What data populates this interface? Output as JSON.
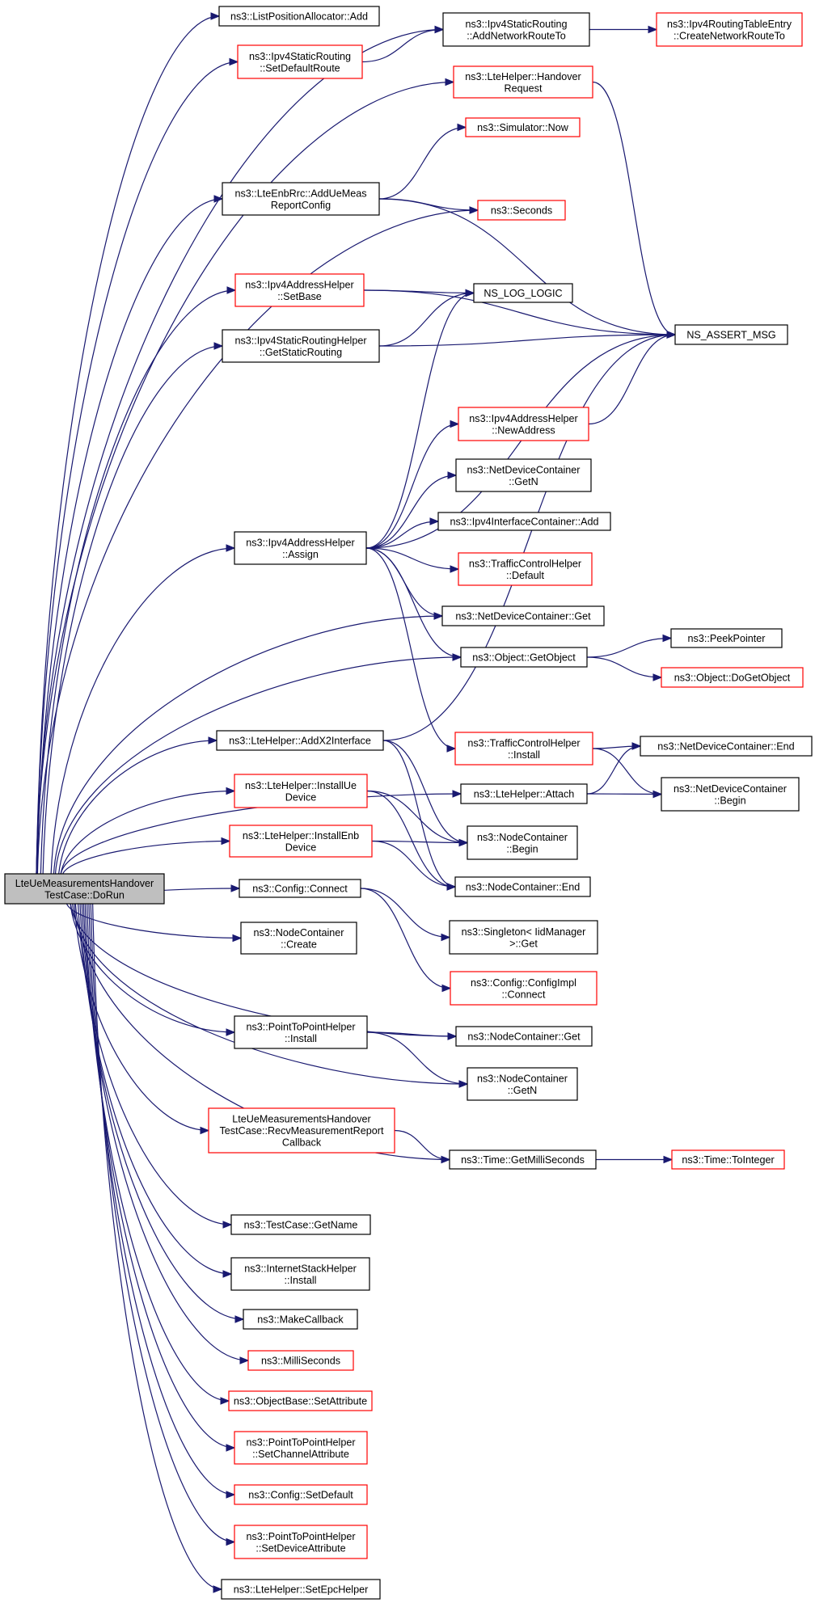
{
  "colors": {
    "edge": "#191970",
    "black_border": "#000000",
    "red_border": "#ff0000",
    "root_fill": "#bfbfbf",
    "node_fill": "#ffffff"
  },
  "nodes": [
    {
      "id": "root",
      "lines": [
        "LteUeMeasurementsHandover",
        "TestCase::DoRun"
      ],
      "style": "root"
    },
    {
      "id": "n1",
      "lines": [
        "ns3::ListPositionAllocator::Add"
      ],
      "style": "black"
    },
    {
      "id": "n2",
      "lines": [
        "ns3::Ipv4StaticRouting",
        "::SetDefaultRoute"
      ],
      "style": "red"
    },
    {
      "id": "n3",
      "lines": [
        "ns3::Ipv4StaticRouting",
        "::AddNetworkRouteTo"
      ],
      "style": "black"
    },
    {
      "id": "n4",
      "lines": [
        "ns3::Ipv4RoutingTableEntry",
        "::CreateNetworkRouteTo"
      ],
      "style": "red"
    },
    {
      "id": "n5",
      "lines": [
        "ns3::LteHelper::Handover",
        "Request"
      ],
      "style": "red"
    },
    {
      "id": "n6",
      "lines": [
        "ns3::Simulator::Now"
      ],
      "style": "red"
    },
    {
      "id": "n7",
      "lines": [
        "ns3::LteEnbRrc::AddUeMeas",
        "ReportConfig"
      ],
      "style": "black"
    },
    {
      "id": "n8",
      "lines": [
        "ns3::Seconds"
      ],
      "style": "red"
    },
    {
      "id": "n9",
      "lines": [
        "ns3::Ipv4AddressHelper",
        "::SetBase"
      ],
      "style": "red"
    },
    {
      "id": "n10",
      "lines": [
        "NS_LOG_LOGIC"
      ],
      "style": "black"
    },
    {
      "id": "n11",
      "lines": [
        "NS_ASSERT_MSG"
      ],
      "style": "black"
    },
    {
      "id": "n12",
      "lines": [
        "ns3::Ipv4StaticRoutingHelper",
        "::GetStaticRouting"
      ],
      "style": "black"
    },
    {
      "id": "n13",
      "lines": [
        "ns3::Ipv4AddressHelper",
        "::NewAddress"
      ],
      "style": "red"
    },
    {
      "id": "n14",
      "lines": [
        "ns3::NetDeviceContainer",
        "::GetN"
      ],
      "style": "black"
    },
    {
      "id": "n15",
      "lines": [
        "ns3::Ipv4AddressHelper",
        "::Assign"
      ],
      "style": "black"
    },
    {
      "id": "n16",
      "lines": [
        "ns3::Ipv4InterfaceContainer::Add"
      ],
      "style": "black"
    },
    {
      "id": "n17",
      "lines": [
        "ns3::TrafficControlHelper",
        "::Default"
      ],
      "style": "red"
    },
    {
      "id": "n18",
      "lines": [
        "ns3::NetDeviceContainer::Get"
      ],
      "style": "black"
    },
    {
      "id": "n19",
      "lines": [
        "ns3::Object::GetObject"
      ],
      "style": "black"
    },
    {
      "id": "n20",
      "lines": [
        "ns3::PeekPointer"
      ],
      "style": "black"
    },
    {
      "id": "n21",
      "lines": [
        "ns3::Object::DoGetObject"
      ],
      "style": "red"
    },
    {
      "id": "n22",
      "lines": [
        "ns3::LteHelper::AddX2Interface"
      ],
      "style": "black"
    },
    {
      "id": "n23",
      "lines": [
        "ns3::TrafficControlHelper",
        "::Install"
      ],
      "style": "red"
    },
    {
      "id": "n24",
      "lines": [
        "ns3::NetDeviceContainer::End"
      ],
      "style": "black"
    },
    {
      "id": "n25",
      "lines": [
        "ns3::LteHelper::InstallUe",
        "Device"
      ],
      "style": "red"
    },
    {
      "id": "n26",
      "lines": [
        "ns3::LteHelper::Attach"
      ],
      "style": "black"
    },
    {
      "id": "n27",
      "lines": [
        "ns3::NetDeviceContainer",
        "::Begin"
      ],
      "style": "black"
    },
    {
      "id": "n28",
      "lines": [
        "ns3::LteHelper::InstallEnb",
        "Device"
      ],
      "style": "red"
    },
    {
      "id": "n29",
      "lines": [
        "ns3::NodeContainer",
        "::Begin"
      ],
      "style": "black"
    },
    {
      "id": "n30",
      "lines": [
        "ns3::NodeContainer::End"
      ],
      "style": "black"
    },
    {
      "id": "n31",
      "lines": [
        "ns3::Config::Connect"
      ],
      "style": "black"
    },
    {
      "id": "n32",
      "lines": [
        "ns3::Singleton< IidManager",
        ">::Get"
      ],
      "style": "black"
    },
    {
      "id": "n33",
      "lines": [
        "ns3::NodeContainer",
        "::Create"
      ],
      "style": "black"
    },
    {
      "id": "n34",
      "lines": [
        "ns3::Config::ConfigImpl",
        "::Connect"
      ],
      "style": "red"
    },
    {
      "id": "n35",
      "lines": [
        "ns3::PointToPointHelper",
        "::Install"
      ],
      "style": "black"
    },
    {
      "id": "n36",
      "lines": [
        "ns3::NodeContainer::Get"
      ],
      "style": "black"
    },
    {
      "id": "n37",
      "lines": [
        "ns3::NodeContainer",
        "::GetN"
      ],
      "style": "black"
    },
    {
      "id": "n38",
      "lines": [
        "LteUeMeasurementsHandover",
        "TestCase::RecvMeasurementReport",
        "Callback"
      ],
      "style": "red"
    },
    {
      "id": "n39",
      "lines": [
        "ns3::Time::GetMilliSeconds"
      ],
      "style": "black"
    },
    {
      "id": "n40",
      "lines": [
        "ns3::Time::ToInteger"
      ],
      "style": "red"
    },
    {
      "id": "n41",
      "lines": [
        "ns3::TestCase::GetName"
      ],
      "style": "black"
    },
    {
      "id": "n42",
      "lines": [
        "ns3::InternetStackHelper",
        "::Install"
      ],
      "style": "black"
    },
    {
      "id": "n43",
      "lines": [
        "ns3::MakeCallback"
      ],
      "style": "black"
    },
    {
      "id": "n44",
      "lines": [
        "ns3::MilliSeconds"
      ],
      "style": "red"
    },
    {
      "id": "n45",
      "lines": [
        "ns3::ObjectBase::SetAttribute"
      ],
      "style": "red"
    },
    {
      "id": "n46",
      "lines": [
        "ns3::PointToPointHelper",
        "::SetChannelAttribute"
      ],
      "style": "red"
    },
    {
      "id": "n47",
      "lines": [
        "ns3::Config::SetDefault"
      ],
      "style": "red"
    },
    {
      "id": "n48",
      "lines": [
        "ns3::PointToPointHelper",
        "::SetDeviceAttribute"
      ],
      "style": "red"
    },
    {
      "id": "n49",
      "lines": [
        "ns3::LteHelper::SetEpcHelper"
      ],
      "style": "black"
    }
  ],
  "edges": [
    [
      "root",
      "n1"
    ],
    [
      "root",
      "n2"
    ],
    [
      "root",
      "n3"
    ],
    [
      "root",
      "n5"
    ],
    [
      "root",
      "n7"
    ],
    [
      "root",
      "n8"
    ],
    [
      "root",
      "n9"
    ],
    [
      "root",
      "n12"
    ],
    [
      "root",
      "n15"
    ],
    [
      "root",
      "n18"
    ],
    [
      "root",
      "n19"
    ],
    [
      "root",
      "n22"
    ],
    [
      "root",
      "n25"
    ],
    [
      "root",
      "n26"
    ],
    [
      "root",
      "n28"
    ],
    [
      "root",
      "n31"
    ],
    [
      "root",
      "n33"
    ],
    [
      "root",
      "n35"
    ],
    [
      "root",
      "n36"
    ],
    [
      "root",
      "n37"
    ],
    [
      "root",
      "n38"
    ],
    [
      "root",
      "n39"
    ],
    [
      "root",
      "n41"
    ],
    [
      "root",
      "n42"
    ],
    [
      "root",
      "n43"
    ],
    [
      "root",
      "n44"
    ],
    [
      "root",
      "n45"
    ],
    [
      "root",
      "n46"
    ],
    [
      "root",
      "n47"
    ],
    [
      "root",
      "n48"
    ],
    [
      "root",
      "n49"
    ],
    [
      "n2",
      "n3"
    ],
    [
      "n3",
      "n4"
    ],
    [
      "n5",
      "n11"
    ],
    [
      "n7",
      "n6"
    ],
    [
      "n7",
      "n8"
    ],
    [
      "n7",
      "n11"
    ],
    [
      "n9",
      "n10"
    ],
    [
      "n9",
      "n11"
    ],
    [
      "n12",
      "n10"
    ],
    [
      "n12",
      "n11"
    ],
    [
      "n13",
      "n11"
    ],
    [
      "n15",
      "n10"
    ],
    [
      "n15",
      "n11"
    ],
    [
      "n15",
      "n13"
    ],
    [
      "n15",
      "n14"
    ],
    [
      "n15",
      "n16"
    ],
    [
      "n15",
      "n17"
    ],
    [
      "n15",
      "n18"
    ],
    [
      "n15",
      "n19"
    ],
    [
      "n15",
      "n23"
    ],
    [
      "n19",
      "n20"
    ],
    [
      "n19",
      "n21"
    ],
    [
      "n22",
      "n11"
    ],
    [
      "n22",
      "n29"
    ],
    [
      "n22",
      "n30"
    ],
    [
      "n23",
      "n24"
    ],
    [
      "n23",
      "n27"
    ],
    [
      "n26",
      "n24"
    ],
    [
      "n26",
      "n27"
    ],
    [
      "n25",
      "n29"
    ],
    [
      "n25",
      "n30"
    ],
    [
      "n28",
      "n29"
    ],
    [
      "n28",
      "n30"
    ],
    [
      "n31",
      "n32"
    ],
    [
      "n31",
      "n34"
    ],
    [
      "n35",
      "n36"
    ],
    [
      "n35",
      "n37"
    ],
    [
      "n38",
      "n39"
    ],
    [
      "n39",
      "n40"
    ]
  ]
}
